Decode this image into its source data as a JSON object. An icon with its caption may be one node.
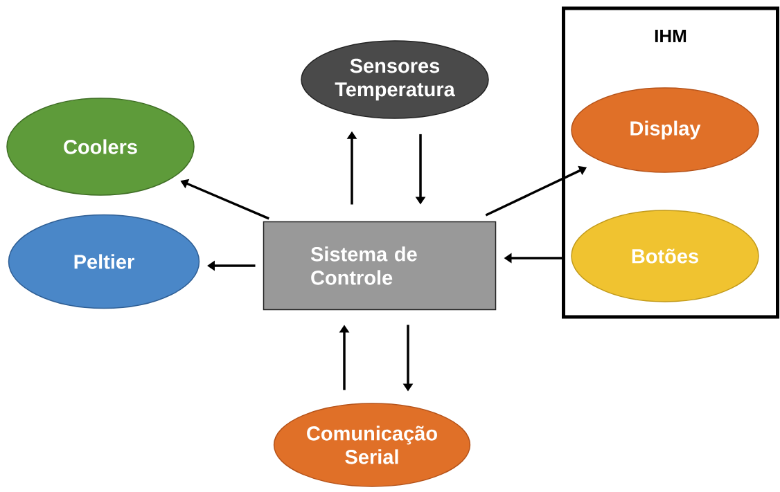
{
  "diagram": {
    "nodes": [
      {
        "text": [
          "Sensores Temperatura"
        ]
      },
      {
        "text": [
          "Coolers"
        ]
      },
      {
        "text": [
          "Peltier"
        ]
      },
      {
        "text": [
          "Sistema de Controle"
        ]
      },
      {
        "text": [
          "IHM"
        ]
      },
      {
        "text": [
          "Display"
        ],
        "in": 4
      },
      {
        "text": [
          "Botões"
        ],
        "in": 4
      },
      {
        "text": [
          "Comunicação Serial"
        ]
      }
    ],
    "edges": [
      {
        "from": 3,
        "to": 0,
        "arrow": "to"
      },
      {
        "from": 0,
        "to": 3,
        "arrow": "to"
      },
      {
        "from": 3,
        "to": 1,
        "arrow": "to"
      },
      {
        "from": 3,
        "to": 2,
        "arrow": "to"
      },
      {
        "from": 3,
        "to": 5,
        "arrow": "to"
      },
      {
        "from": 6,
        "to": 3,
        "arrow": "to"
      },
      {
        "from": 7,
        "to": 3,
        "arrow": "to"
      },
      {
        "from": 3,
        "to": 7,
        "arrow": "to"
      }
    ]
  }
}
